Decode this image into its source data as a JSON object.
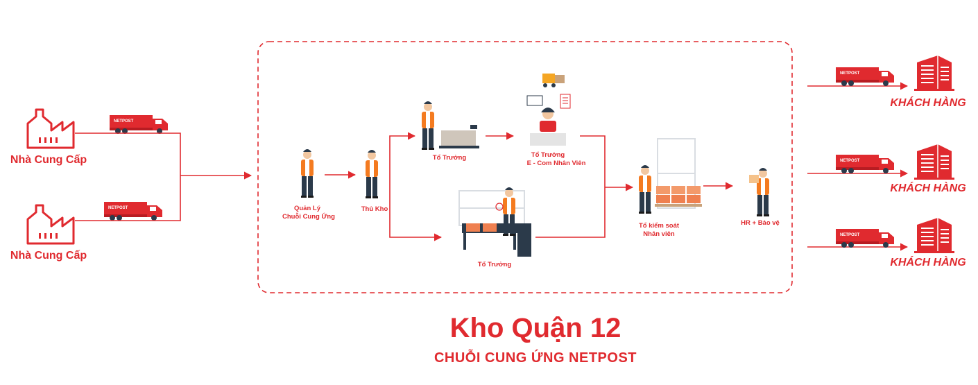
{
  "title": "Kho Quận 12",
  "subtitle": "CHUỖI CUNG ỨNG NETPOST",
  "truck_brand": "NETPOST",
  "colors": {
    "accent": "#e02a2f",
    "line": "#e02a2f",
    "dark": "#2b3a4a",
    "vest": "#f47b20"
  },
  "suppliers": [
    {
      "label": "Nhà Cung Cấp",
      "icon": "factory-icon"
    },
    {
      "label": "Nhà Cung Cấp",
      "icon": "factory-icon"
    }
  ],
  "warehouse": {
    "nodes": {
      "manager": "Quản Lý",
      "manager_line2": "Chuỗi Cung Ứng",
      "storekeeper": "Thủ Kho",
      "team_lead_top": "Tổ Trưởng",
      "ecom_lead": "Tổ Trưởng",
      "ecom_lead_line2": "E - Com Nhân Viên",
      "team_lead_bottom": "Tổ Trưởng",
      "control_team": "Tổ kiểm soát",
      "control_team_line2": "Nhân viên",
      "hr_security": "HR + Bảo vệ"
    }
  },
  "customers": [
    {
      "label": "KHÁCH HÀNG",
      "icon": "building-icon"
    },
    {
      "label": "KHÁCH HÀNG",
      "icon": "building-icon"
    },
    {
      "label": "KHÁCH HÀNG",
      "icon": "building-icon"
    }
  ]
}
